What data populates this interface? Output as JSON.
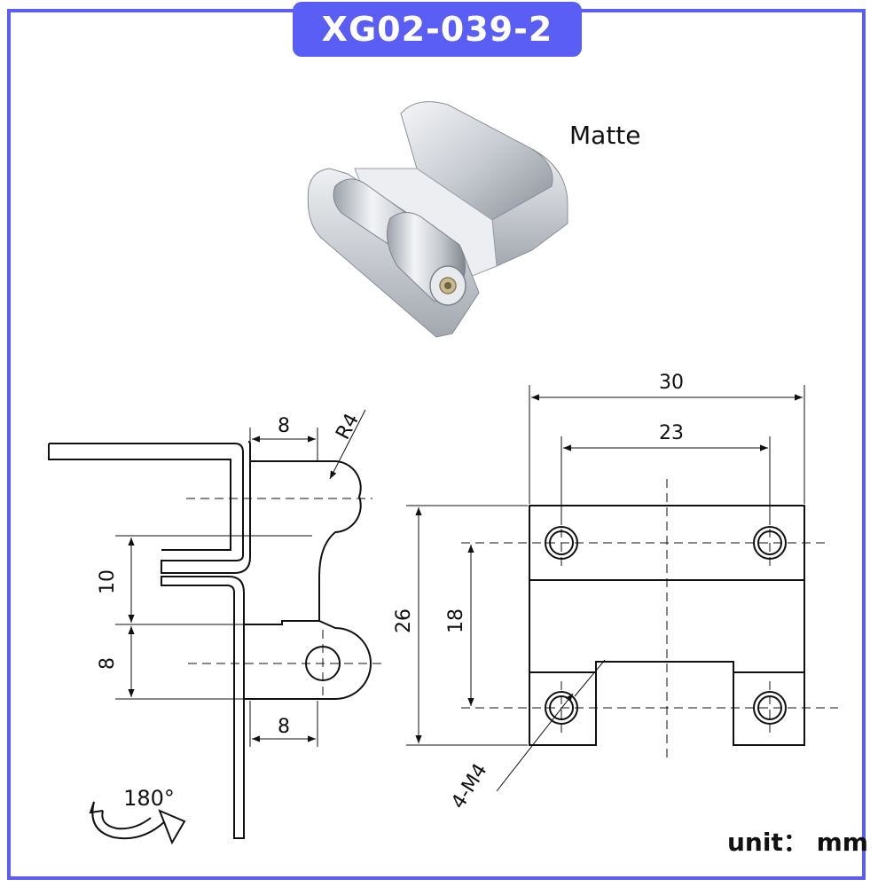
{
  "title": "XG02-039-2",
  "finish": "Matte",
  "unit_label": "unit： mm",
  "colors": {
    "accent": "#5b5ef5",
    "line": "#111111",
    "metal_light": "#e4e6ea",
    "metal_mid": "#b7bcc4",
    "metal_dark": "#7d838d"
  },
  "side_view": {
    "dims": {
      "top_width": "8",
      "bend_radius": "R4",
      "gap_height": "10",
      "lower_height": "8",
      "bottom_width": "8"
    },
    "rotation": "180°"
  },
  "front_view": {
    "dims": {
      "overall_width": "30",
      "hole_spacing_x": "23",
      "overall_height": "26",
      "hole_spacing_y": "18",
      "thread": "4-M4"
    }
  }
}
